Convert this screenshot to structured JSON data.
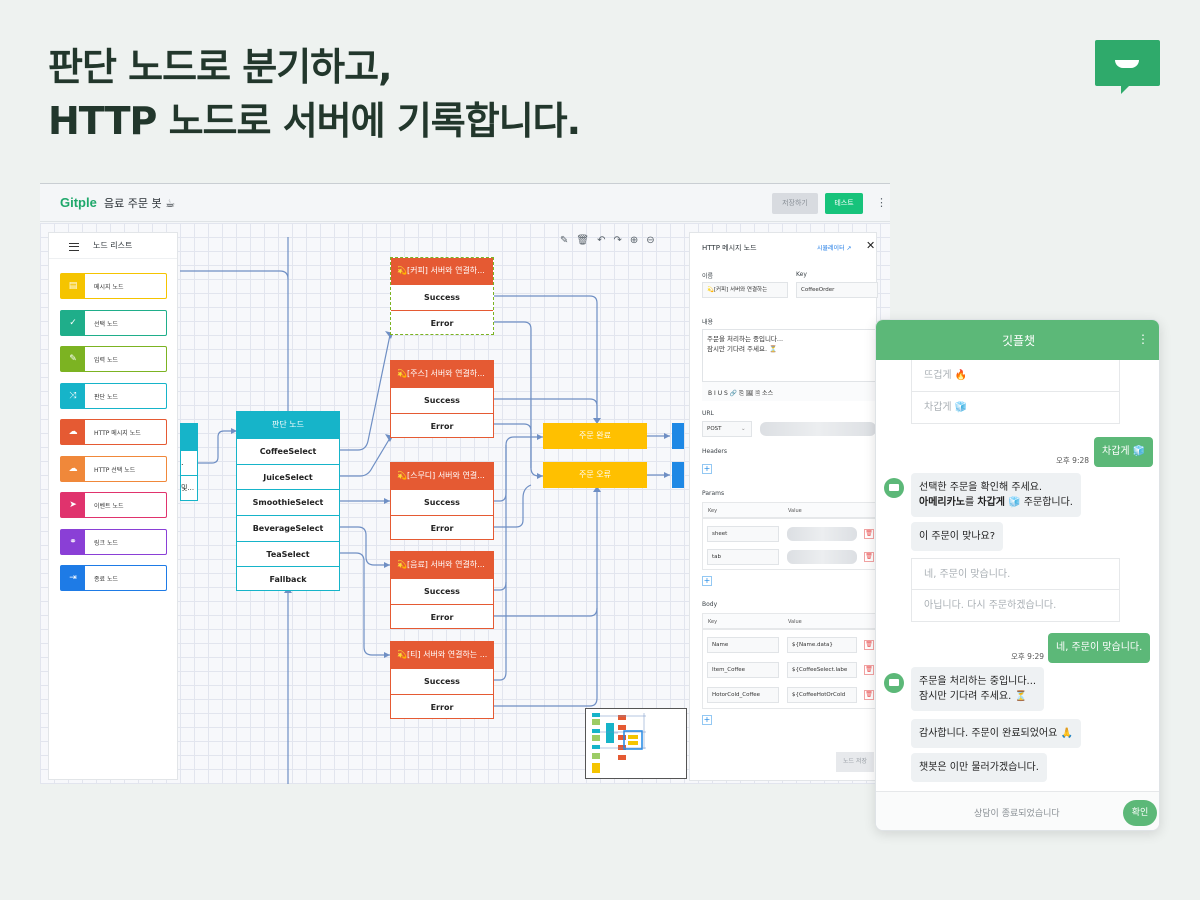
{
  "headline": {
    "line1": "판단 노드로 분기하고,",
    "line2": "HTTP 노드로 서버에 기록합니다."
  },
  "app": {
    "logo": "Gitple",
    "bot_name": "음료 주문 봇 ☕",
    "save_label": "저장하기",
    "test_label": "테스트",
    "menu_icon": "⋮"
  },
  "node_list": {
    "title": "노드 리스트",
    "items": [
      {
        "label": "메시지 노드",
        "icon": "message-icon",
        "glyph": "▤",
        "color": "#f5c400"
      },
      {
        "label": "선택 노드",
        "icon": "check-icon",
        "glyph": "✓",
        "color": "#1fae8a"
      },
      {
        "label": "입력 노드",
        "icon": "pencil-icon",
        "glyph": "✎",
        "color": "#7cb322"
      },
      {
        "label": "판단 노드",
        "icon": "shuffle-icon",
        "glyph": "⤨",
        "color": "#16b4c9"
      },
      {
        "label": "HTTP 메시지 노드",
        "icon": "cloud-upload-icon",
        "glyph": "☁",
        "color": "#e55a33"
      },
      {
        "label": "HTTP 선택 노드",
        "icon": "cloud-upload-icon",
        "glyph": "☁",
        "color": "#f0883a"
      },
      {
        "label": "이벤트 노드",
        "icon": "send-icon",
        "glyph": "➤",
        "color": "#e0336d"
      },
      {
        "label": "링크 노드",
        "icon": "link-icon",
        "glyph": "⚭",
        "color": "#8a3fd6"
      },
      {
        "label": "종료 노드",
        "icon": "exit-icon",
        "glyph": "⇥",
        "color": "#1e7be6"
      }
    ]
  },
  "toolbar_icons": [
    "pencil-icon",
    "trash-icon",
    "undo-icon",
    "redo-icon",
    "zoom-in-icon",
    "zoom-out-icon"
  ],
  "judge_node": {
    "title": "판단 노드",
    "rows": [
      "CoffeeSelect",
      "JuiceSelect",
      "SmoothieSelect",
      "BeverageSelect",
      "TeaSelect",
      "Fallback"
    ]
  },
  "http_nodes": [
    {
      "title": "💫[커피] 서버와 연결하...",
      "success": "Success",
      "error": "Error"
    },
    {
      "title": "💫[주스] 서버와 연결하...",
      "success": "Success",
      "error": "Error"
    },
    {
      "title": "💫[스무디] 서버와 연결...",
      "success": "Success",
      "error": "Error"
    },
    {
      "title": "💫[음료] 서버와 연결하...",
      "success": "Success",
      "error": "Error"
    },
    {
      "title": "💫[티] 서버와 연결하는 ...",
      "success": "Success",
      "error": "Error"
    }
  ],
  "partial_node": {
    "row1": ".",
    "row2": "및..."
  },
  "result_nodes": {
    "done": "주문 완료",
    "fail": "주문 오류"
  },
  "panel": {
    "title": "HTTP 메시지 노드",
    "simulator": "시뮬레이터 ↗",
    "close_icon": "✕",
    "name_label": "이름",
    "name_value": "💫[커피] 서버와 연결하는",
    "key_label": "Key",
    "key_value": "CoffeeOrder",
    "content_label": "내용",
    "content_line1": "주문을 처리하는 중입니다...",
    "content_line2": "잠시만 기다려 주세요. ⏳",
    "editor_tools": "B  I  U  S   🔗  ⎘   🖼  🗎 소스",
    "url_label": "URL",
    "method": "POST",
    "headers_label": "Headers",
    "params_label": "Params",
    "key_col": "Key",
    "value_col": "Value",
    "params": [
      {
        "key": "sheet"
      },
      {
        "key": "tab"
      }
    ],
    "body_label": "Body",
    "body": [
      {
        "key": "Name",
        "value": "${Name.data}"
      },
      {
        "key": "Item_Coffee",
        "value": "${CoffeeSelect.labe"
      },
      {
        "key": "HotorCold_Coffee",
        "value": "${CoffeeHotOrCold"
      }
    ],
    "apply_label": "노드 저장"
  },
  "chat": {
    "title": "깃플챗",
    "menu_icon": "⋮",
    "options_top": [
      "뜨겁게 🔥",
      "차갑게 🧊"
    ],
    "me_1": "차갑게 🧊",
    "time_1": "오후 9:28",
    "bot_1_line1": "선택한 주문을 확인해 주세요.",
    "bot_1_line2_bold": "아메리카노",
    "bot_1_line2_mid": "를 ",
    "bot_1_line2_bold2": "차갑게",
    "bot_1_line2_rest": " 🧊 주문합니다.",
    "bot_2": "이 주문이 맞나요?",
    "options_mid": [
      "네, 주문이 맞습니다.",
      "아닙니다. 다시 주문하겠습니다."
    ],
    "me_2": "네, 주문이 맞습니다.",
    "time_2": "오후 9:29",
    "bot_3_line1": "주문을 처리하는 중입니다...",
    "bot_3_line2": "잠시만 기다려 주세요. ⏳",
    "bot_4": "감사합니다. 주문이 완료되었어요 🙏",
    "bot_5": "챗봇은 이만 물러가겠습니다.",
    "footer": "상담이 종료되었습니다",
    "confirm": "확인"
  }
}
